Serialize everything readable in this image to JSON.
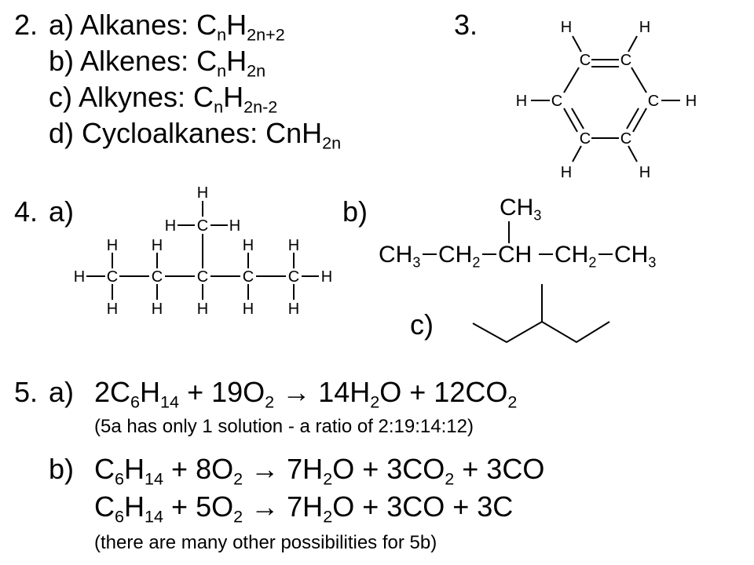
{
  "q2": {
    "number": "2.",
    "a": {
      "label": "a) Alkanes: C",
      "s1": "n",
      "mid": "H",
      "s2": "2n+2"
    },
    "b": {
      "label": "b) Alkenes: C",
      "s1": "n",
      "mid": "H",
      "s2": "2n"
    },
    "c": {
      "label": "c) Alkynes: C",
      "s1": "n",
      "mid": "H",
      "s2": "2n-2"
    },
    "d": {
      "label": "d) Cycloalkanes: CnH",
      "s2": "2n"
    }
  },
  "q3": {
    "number": "3.",
    "atom_c": "C",
    "atom_h": "H"
  },
  "q4": {
    "number": "4.",
    "a_label": "a)",
    "b_label": "b)",
    "c_label": "c)",
    "atom_c": "C",
    "atom_h": "H",
    "b_formula": {
      "top": {
        "base": "CH",
        "sub": "3"
      },
      "chain": [
        {
          "base": "CH",
          "sub": "3"
        },
        {
          "base": "CH",
          "sub": "2"
        },
        {
          "base": "CH",
          "sub": ""
        },
        {
          "base": "CH",
          "sub": "2"
        },
        {
          "base": "CH",
          "sub": "3"
        }
      ]
    }
  },
  "q5": {
    "number": "5.",
    "a_label": "a)",
    "b_label": "b)",
    "eq1": {
      "p1": "2C",
      "s1": "6",
      "p2": "H",
      "s2": "14",
      "p3": " + 19O",
      "s3": "2",
      "arrow": "→",
      "p4": "14H",
      "s4": "2",
      "p5": "O + 12CO",
      "s5": "2"
    },
    "note1": "(5a has only 1 solution - a ratio of 2:19:14:12)",
    "eq2": {
      "p1": "C",
      "s1": "6",
      "p2": "H",
      "s2": "14",
      "p3": " + 8O",
      "s3": "2",
      "arrow": "→",
      "p4": "7H",
      "s4": "2",
      "p5": "O + 3CO",
      "s5": "2",
      "p6": " + 3CO"
    },
    "eq3": {
      "p1": "C",
      "s1": "6",
      "p2": "H",
      "s2": "14",
      "p3": " + 5O",
      "s3": "2",
      "arrow": "→",
      "p4": "7H",
      "s4": "2",
      "p5": "O + 3CO + 3C"
    },
    "note2": "(there are many other possibilities for 5b)"
  }
}
